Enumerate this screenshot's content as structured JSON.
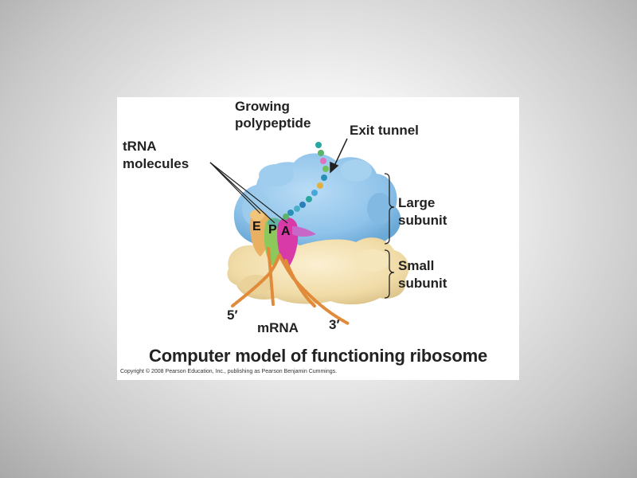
{
  "labels": {
    "growing_polypeptide_1": "Growing",
    "growing_polypeptide_2": "polypeptide",
    "exit_tunnel": "Exit tunnel",
    "trna_1": "tRNA",
    "trna_2": "molecules",
    "large_subunit_1": "Large",
    "large_subunit_2": "subunit",
    "small_subunit_1": "Small",
    "small_subunit_2": "subunit",
    "mrna": "mRNA",
    "five_prime": "5′",
    "three_prime": "3′"
  },
  "sites": {
    "e": "E",
    "p": "P",
    "a": "A"
  },
  "caption": "Computer model of functioning ribosome",
  "copyright": "Copyright © 2008 Pearson Education, Inc., publishing as Pearson Benjamin Cummings.",
  "colors": {
    "large_subunit": "#8fc3ea",
    "small_subunit": "#f3dfae",
    "e_trna": "#e8b060",
    "p_trna": "#8cc85a",
    "a_trna": "#d83aa8",
    "mrna": "#e08a3a"
  }
}
